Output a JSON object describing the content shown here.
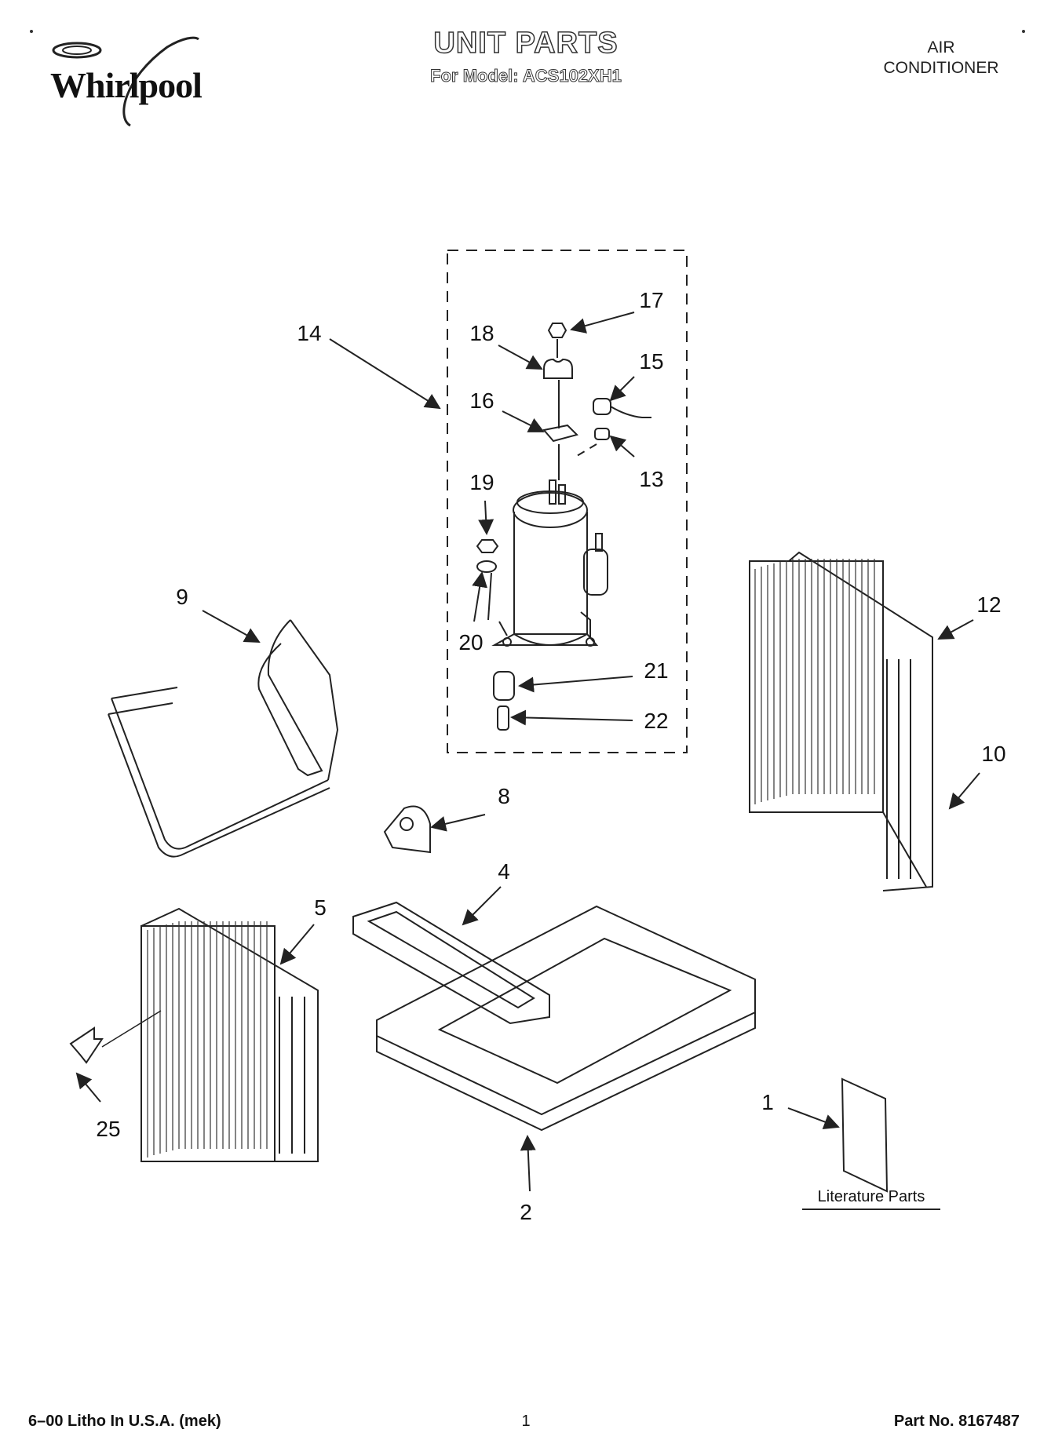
{
  "header": {
    "brand": "Whirlpool",
    "title": "UNIT PARTS",
    "model_line": "For Model: ACS102XH1",
    "product_line1": "AIR",
    "product_line2": "CONDITIONER"
  },
  "callouts": {
    "c1": "1",
    "c2": "2",
    "c4": "4",
    "c5": "5",
    "c8": "8",
    "c9": "9",
    "c10": "10",
    "c12": "12",
    "c13": "13",
    "c14": "14",
    "c15": "15",
    "c16": "16",
    "c17": "17",
    "c18": "18",
    "c19": "19",
    "c20": "20",
    "c21": "21",
    "c22": "22",
    "c25": "25"
  },
  "literature_label": "Literature Parts",
  "footer": {
    "left": "6–00 Litho In U.S.A. (mek)",
    "page": "1",
    "part_no": "Part No. 8167487"
  }
}
